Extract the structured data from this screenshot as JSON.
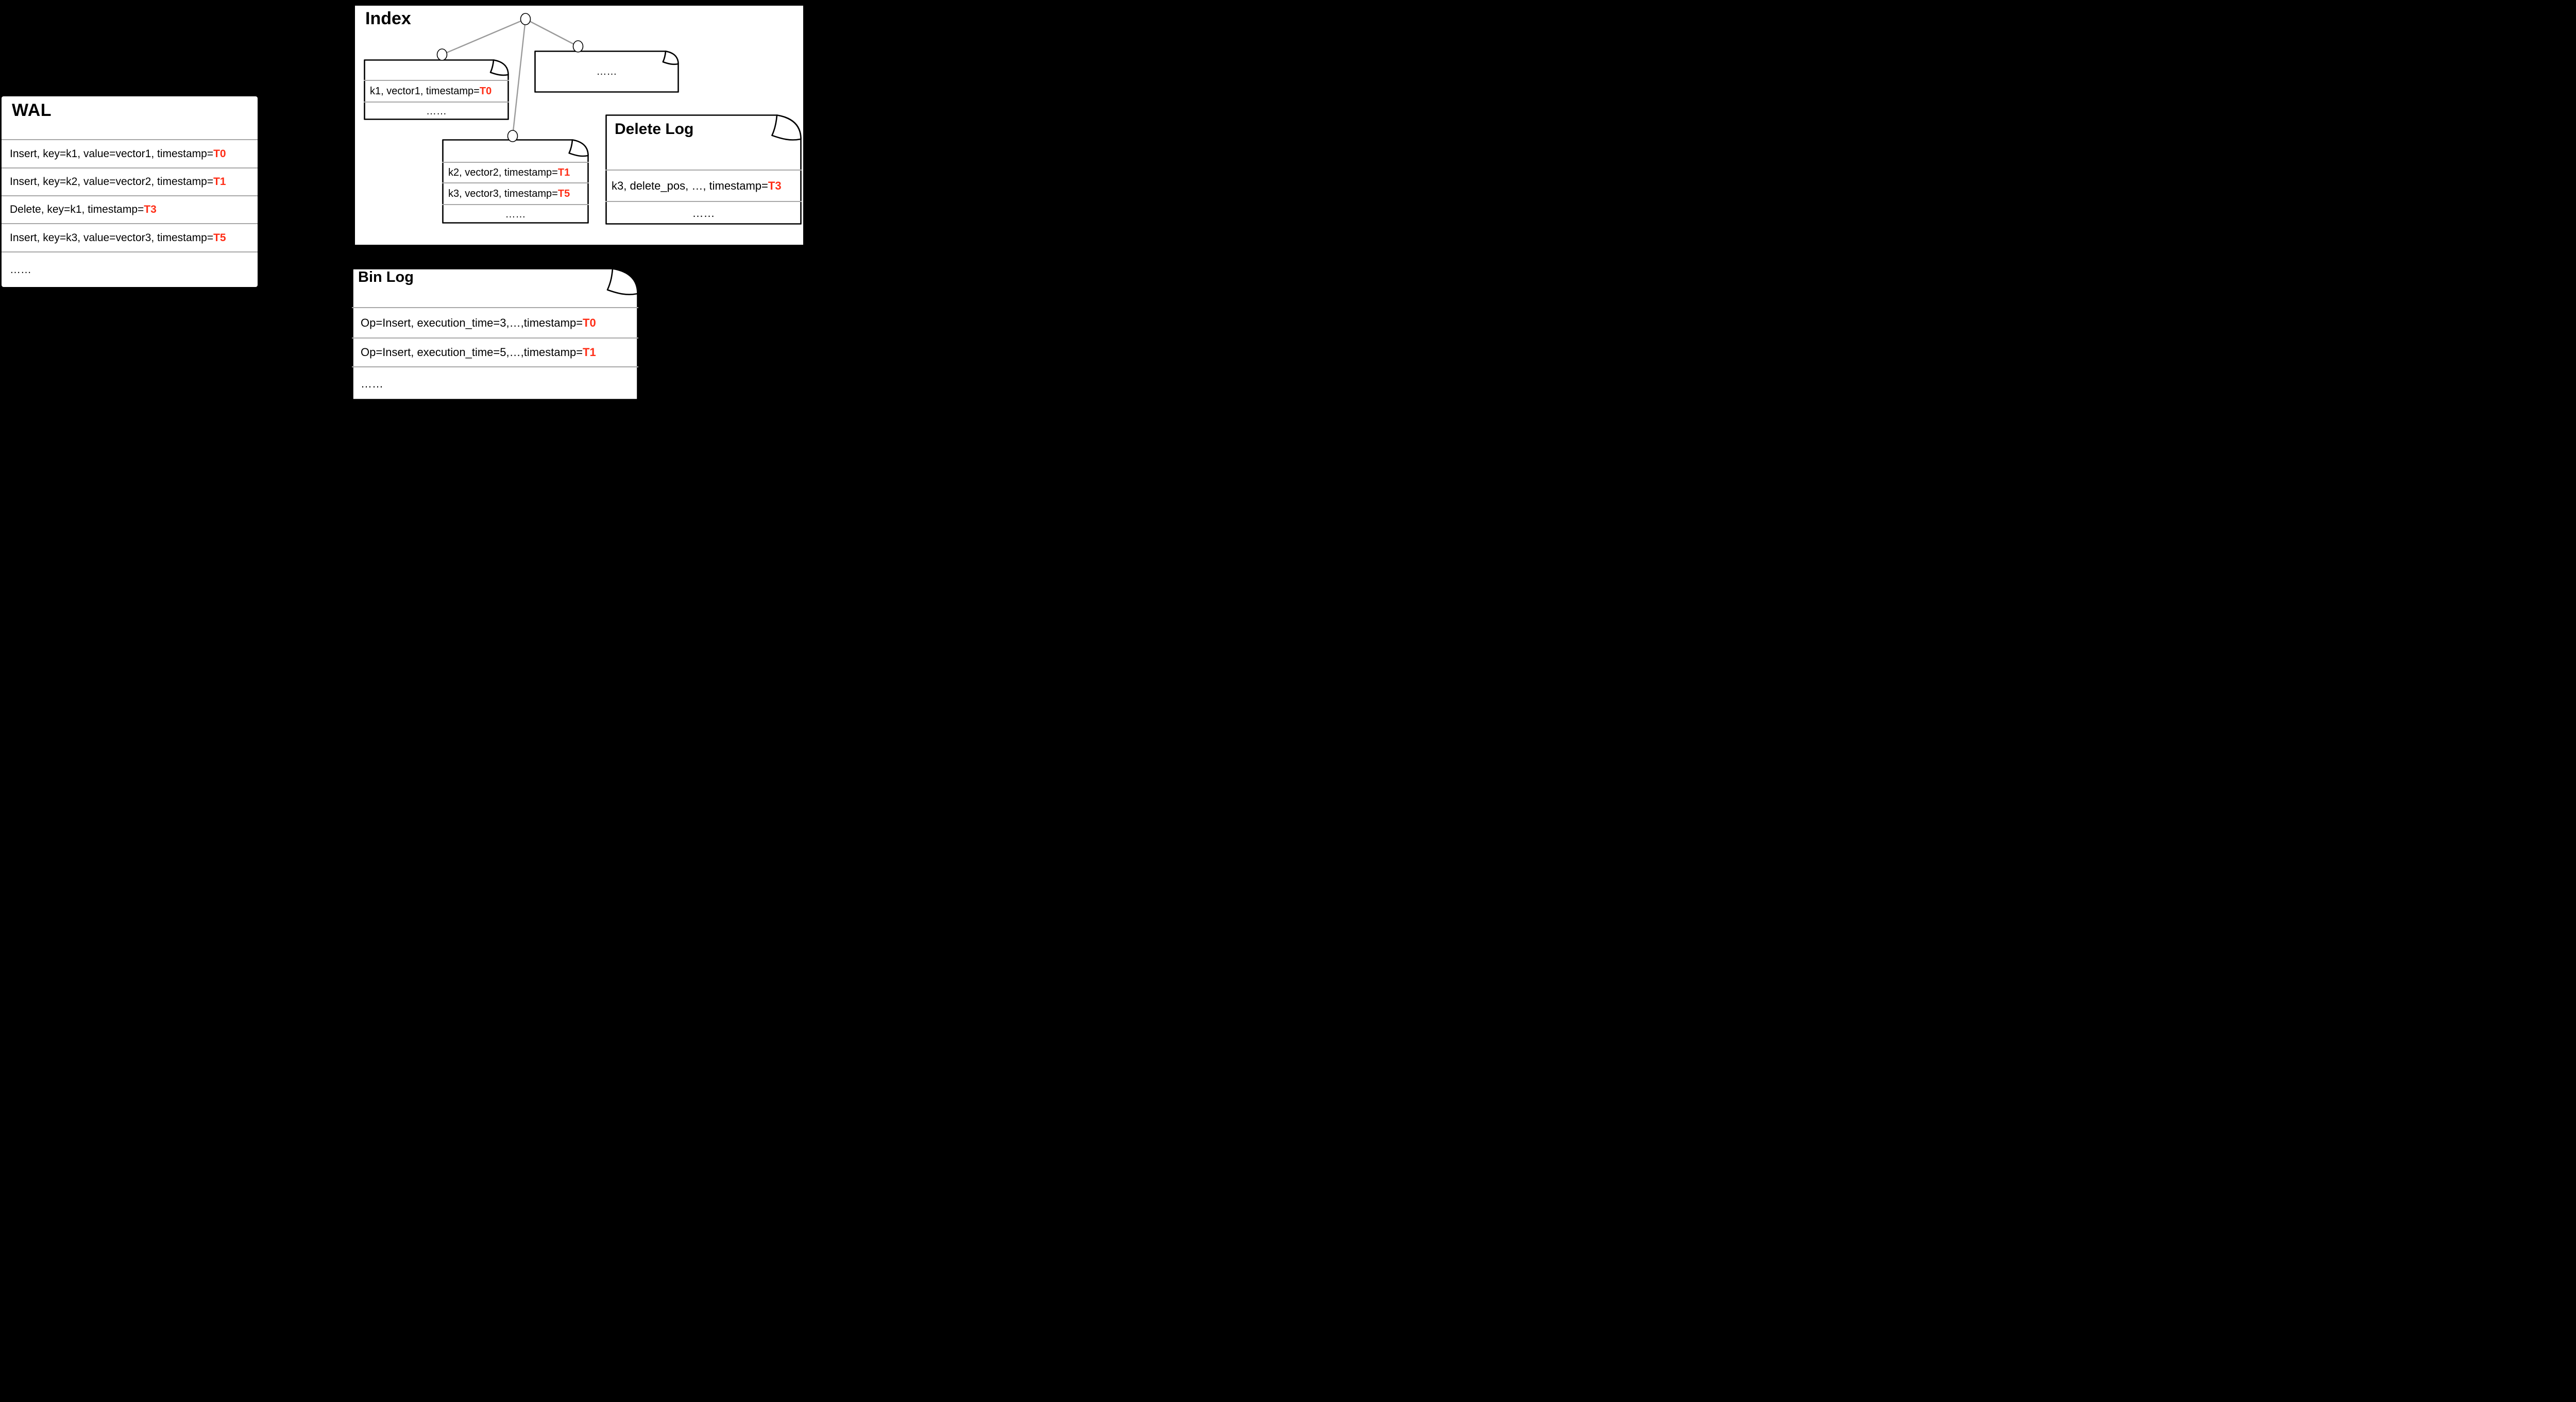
{
  "colors": {
    "background": "#000000",
    "surface": "#ffffff",
    "text": "#000000",
    "divider": "#a8a8a8",
    "tree_edge": "#9a9a9a",
    "timestamp_red": "#ff2d16"
  },
  "wal": {
    "title": "WAL",
    "rows": [
      {
        "text": "Insert, key=k1, value=vector1, timestamp=",
        "highlight": "T0"
      },
      {
        "text": "Insert, key=k2, value=vector2, timestamp=",
        "highlight": "T1"
      },
      {
        "text": "Delete, key=k1, timestamp=",
        "highlight": "T3"
      },
      {
        "text": "Insert, key=k3, value=vector3, timestamp=",
        "highlight": "T5"
      },
      {
        "text": "……",
        "highlight": ""
      }
    ]
  },
  "index": {
    "title": "Index",
    "tree": {
      "nodes": [
        {
          "id": "root"
        },
        {
          "id": "child-left"
        },
        {
          "id": "child-right"
        },
        {
          "id": "child-middle"
        }
      ],
      "edges": [
        [
          "root",
          "child-left"
        ],
        [
          "root",
          "child-right"
        ],
        [
          "root",
          "child-middle"
        ]
      ]
    },
    "page_left": {
      "rows": [
        {
          "text": "k1, vector1, timestamp=",
          "highlight": "T0"
        },
        {
          "text": "……",
          "highlight": ""
        }
      ]
    },
    "page_right": {
      "rows": [
        {
          "text": "……",
          "highlight": ""
        }
      ]
    },
    "page_middle": {
      "rows": [
        {
          "text": "k2, vector2, timestamp=",
          "highlight": "T1"
        },
        {
          "text": "k3, vector3, timestamp=",
          "highlight": "T5"
        },
        {
          "text": "……",
          "highlight": ""
        }
      ]
    }
  },
  "delete_log": {
    "title": "Delete Log",
    "rows": [
      {
        "text": "k3, delete_pos, …, timestamp=",
        "highlight": "T3"
      },
      {
        "text": "……",
        "highlight": ""
      }
    ]
  },
  "bin_log": {
    "title": "Bin Log",
    "rows": [
      {
        "text": "Op=Insert, execution_time=3,…,timestamp=",
        "highlight": "T0"
      },
      {
        "text": "Op=Insert, execution_time=5,…,timestamp=",
        "highlight": "T1"
      },
      {
        "text": "……",
        "highlight": ""
      }
    ]
  }
}
